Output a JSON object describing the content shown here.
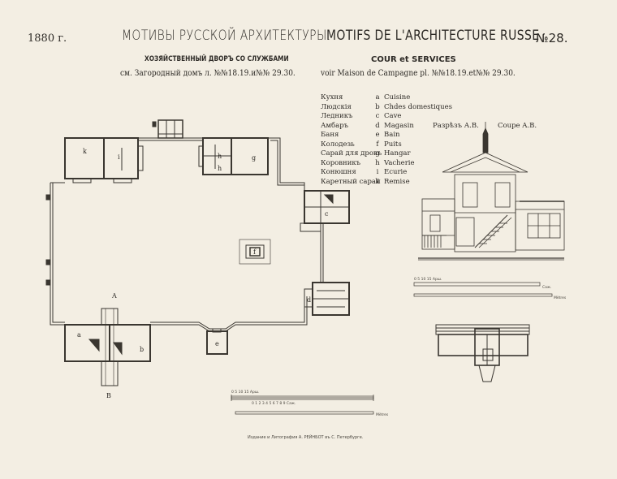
{
  "header": {
    "year": "1880 г.",
    "title_ru": "МОТИВЫ РУССКОЙ АРХИТЕКТУРЫ.",
    "title_fr": "MOTIFS DE L'ARCHITECTURE RUSSE",
    "plate_no": "№28.",
    "subtitle_ru": "ХОЗЯЙСТВЕННЫЙ ДВОРЪ СО СЛУЖБАМИ",
    "subtitle_fr": "COUR et SERVICES",
    "ref_ru": "см. Загородный домъ л. №№18.19.и№№ 29.30.",
    "ref_fr": "voir Maison de Campagne pl. №№18.19.et№№ 29.30."
  },
  "legend": [
    {
      "ru": "Кухня",
      "letter": "a",
      "fr": "Cuisine"
    },
    {
      "ru": "Людскія",
      "letter": "b",
      "fr": "Chdes domestiques"
    },
    {
      "ru": "Ледникъ",
      "letter": "c",
      "fr": "Cave"
    },
    {
      "ru": "Амбаръ",
      "letter": "d",
      "fr": "Magasin"
    },
    {
      "ru": "Баня",
      "letter": "e",
      "fr": "Bain"
    },
    {
      "ru": "Колодезь",
      "letter": "f",
      "fr": "Puits"
    },
    {
      "ru": "Сарай для дровъ",
      "letter": "g",
      "fr": "Hangar"
    },
    {
      "ru": "Коровникъ",
      "letter": "h",
      "fr": "Vacherie"
    },
    {
      "ru": "Конюшня",
      "letter": "i",
      "fr": "Ecurie"
    },
    {
      "ru": "Каретный сарай",
      "letter": "k",
      "fr": "Remise"
    }
  ],
  "section": {
    "label_ru": "Разрѣзъ А.В.",
    "label_fr": "Coupe A.B."
  },
  "plan_labels": {
    "k": "k",
    "i": "i",
    "h1": "h",
    "h2": "h",
    "g": "g",
    "c": "c",
    "f": "f",
    "d": "d",
    "a": "a",
    "b": "b",
    "e": "e",
    "A": "A",
    "B": "B"
  },
  "scales": {
    "plan_arsh": "0 5 10 15 Арш.",
    "plan_sazh": "0 1 2 3 4 5 6 7 8 9 Саж.",
    "plan_metres": "Mètres",
    "sec_arsh": "0 5 10 15 Арш.",
    "sec_sazh": "Саж.",
    "sec_metres": "Mètres"
  },
  "publisher": "Издание и Литография А. РЕЙНБОТ въ С. Петербурге."
}
